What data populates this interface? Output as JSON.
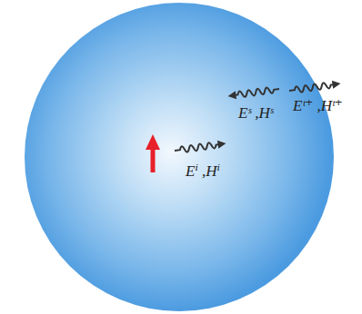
{
  "diagram": {
    "labels": [
      "Eⁱ ,Hⁱ",
      "Eˢ ,Hˢ",
      "Eᵗ⁺ ,Hᵗ⁺"
    ]
  }
}
